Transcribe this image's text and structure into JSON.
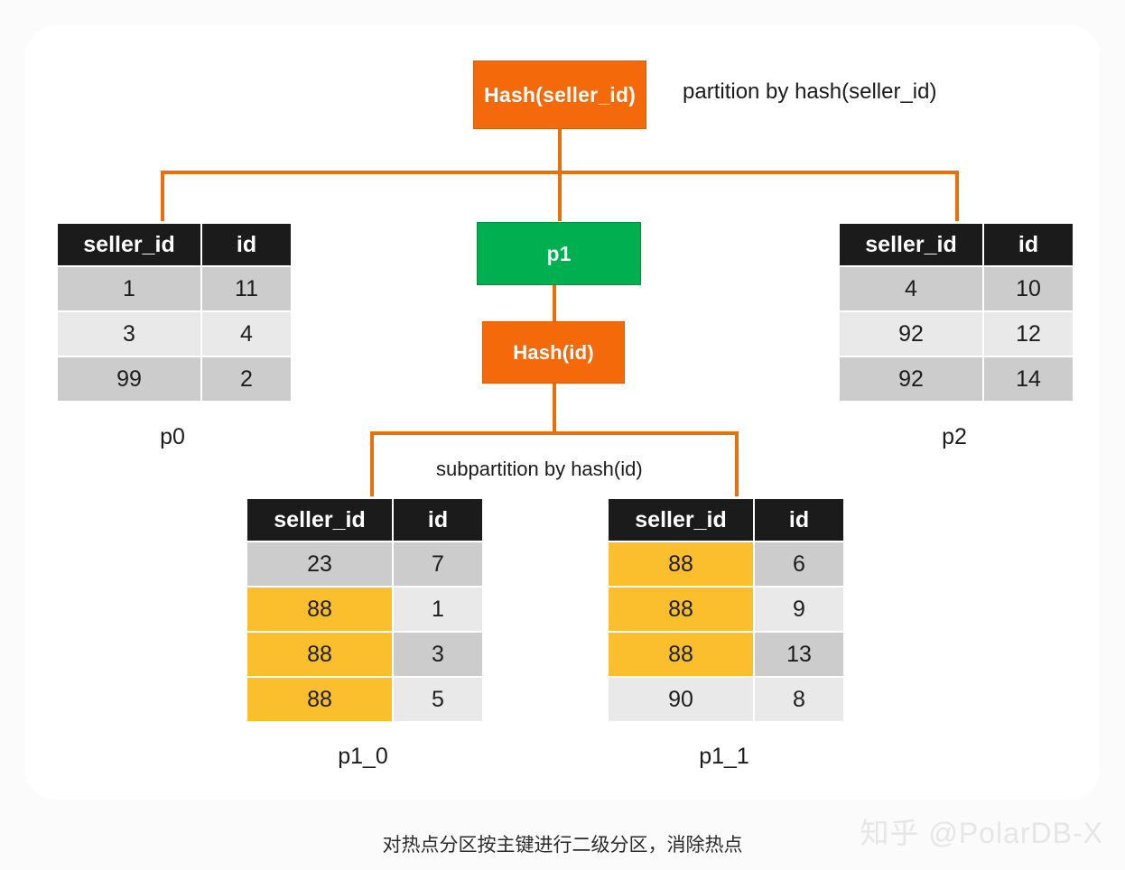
{
  "diagram": {
    "title_box": {
      "label": "Hash(seller_id)"
    },
    "annotation_top": "partition by hash(seller_id)",
    "annotation_mid": "subpartition by hash(id)",
    "p1_box": {
      "label": "p1"
    },
    "hash_id_box": {
      "label": "Hash(id)"
    },
    "caption": "对热点分区按主键进行二级分区，消除热点",
    "watermark": "知乎 @PolarDB-X",
    "colors": {
      "orange_box": "#F4690A",
      "green_box": "#00B050",
      "connector": "#E8700A",
      "header": "#1b1b1b",
      "row_dark": "#cccccc",
      "row_light": "#e9e9e9",
      "highlight": "#FBBE2C"
    }
  },
  "tables": [
    {
      "name": "p0",
      "caption": "p0",
      "columns": [
        "seller_id",
        "id"
      ],
      "rows": [
        {
          "seller_id": "1",
          "id": "11",
          "band": "dark",
          "highlight": false
        },
        {
          "seller_id": "3",
          "id": "4",
          "band": "light",
          "highlight": false
        },
        {
          "seller_id": "99",
          "id": "2",
          "band": "dark",
          "highlight": false
        }
      ]
    },
    {
      "name": "p2",
      "caption": "p2",
      "columns": [
        "seller_id",
        "id"
      ],
      "rows": [
        {
          "seller_id": "4",
          "id": "10",
          "band": "dark",
          "highlight": false
        },
        {
          "seller_id": "92",
          "id": "12",
          "band": "light",
          "highlight": false
        },
        {
          "seller_id": "92",
          "id": "14",
          "band": "dark",
          "highlight": false
        }
      ]
    },
    {
      "name": "p1_0",
      "caption": "p1_0",
      "columns": [
        "seller_id",
        "id"
      ],
      "rows": [
        {
          "seller_id": "23",
          "id": "7",
          "band": "dark",
          "highlight": false
        },
        {
          "seller_id": "88",
          "id": "1",
          "band": "light",
          "highlight": true
        },
        {
          "seller_id": "88",
          "id": "3",
          "band": "dark",
          "highlight": true
        },
        {
          "seller_id": "88",
          "id": "5",
          "band": "light",
          "highlight": true
        }
      ]
    },
    {
      "name": "p1_1",
      "caption": "p1_1",
      "columns": [
        "seller_id",
        "id"
      ],
      "rows": [
        {
          "seller_id": "88",
          "id": "6",
          "band": "dark",
          "highlight": true
        },
        {
          "seller_id": "88",
          "id": "9",
          "band": "light",
          "highlight": true
        },
        {
          "seller_id": "88",
          "id": "13",
          "band": "dark",
          "highlight": true
        },
        {
          "seller_id": "90",
          "id": "8",
          "band": "light",
          "highlight": false
        }
      ]
    }
  ]
}
